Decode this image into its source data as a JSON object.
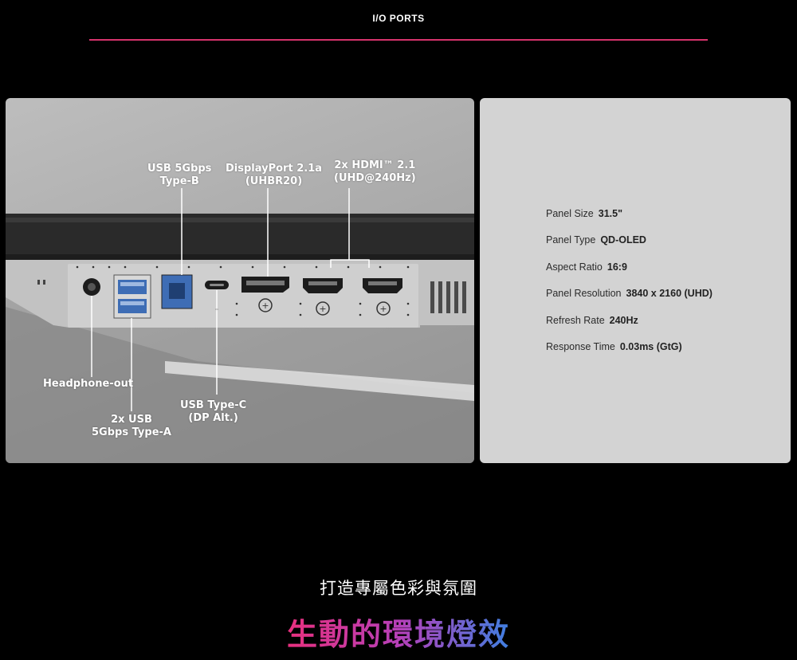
{
  "header": {
    "title": "I/O PORTS"
  },
  "ports": {
    "usb_typeb": [
      "USB 5Gbps",
      "Type-B"
    ],
    "displayport": [
      "DisplayPort 2.1a",
      "(UHBR20)"
    ],
    "hdmi": [
      "2x HDMI™ 2.1",
      "(UHD@240Hz)"
    ],
    "headphone": "Headphone-out",
    "usb_typea": [
      "2x USB",
      "5Gbps Type-A"
    ],
    "usb_typec": [
      "USB Type-C",
      "(DP Alt.)"
    ]
  },
  "specs": [
    {
      "label": "Panel Size",
      "value": "31.5\""
    },
    {
      "label": "Panel Type",
      "value": "QD-OLED"
    },
    {
      "label": "Aspect Ratio",
      "value": "16:9"
    },
    {
      "label": "Panel Resolution",
      "value": "3840 x 2160 (UHD)"
    },
    {
      "label": "Refresh Rate",
      "value": "240Hz"
    },
    {
      "label": "Response Time",
      "value": "0.03ms (GtG)"
    }
  ],
  "footer": {
    "subhead": "打造專屬色彩與氛圍",
    "headline": "生動的環境燈效"
  },
  "colors": {
    "accent": "#d6336c",
    "gradient_start": "#e8307e",
    "gradient_end": "#3f7fe0"
  }
}
